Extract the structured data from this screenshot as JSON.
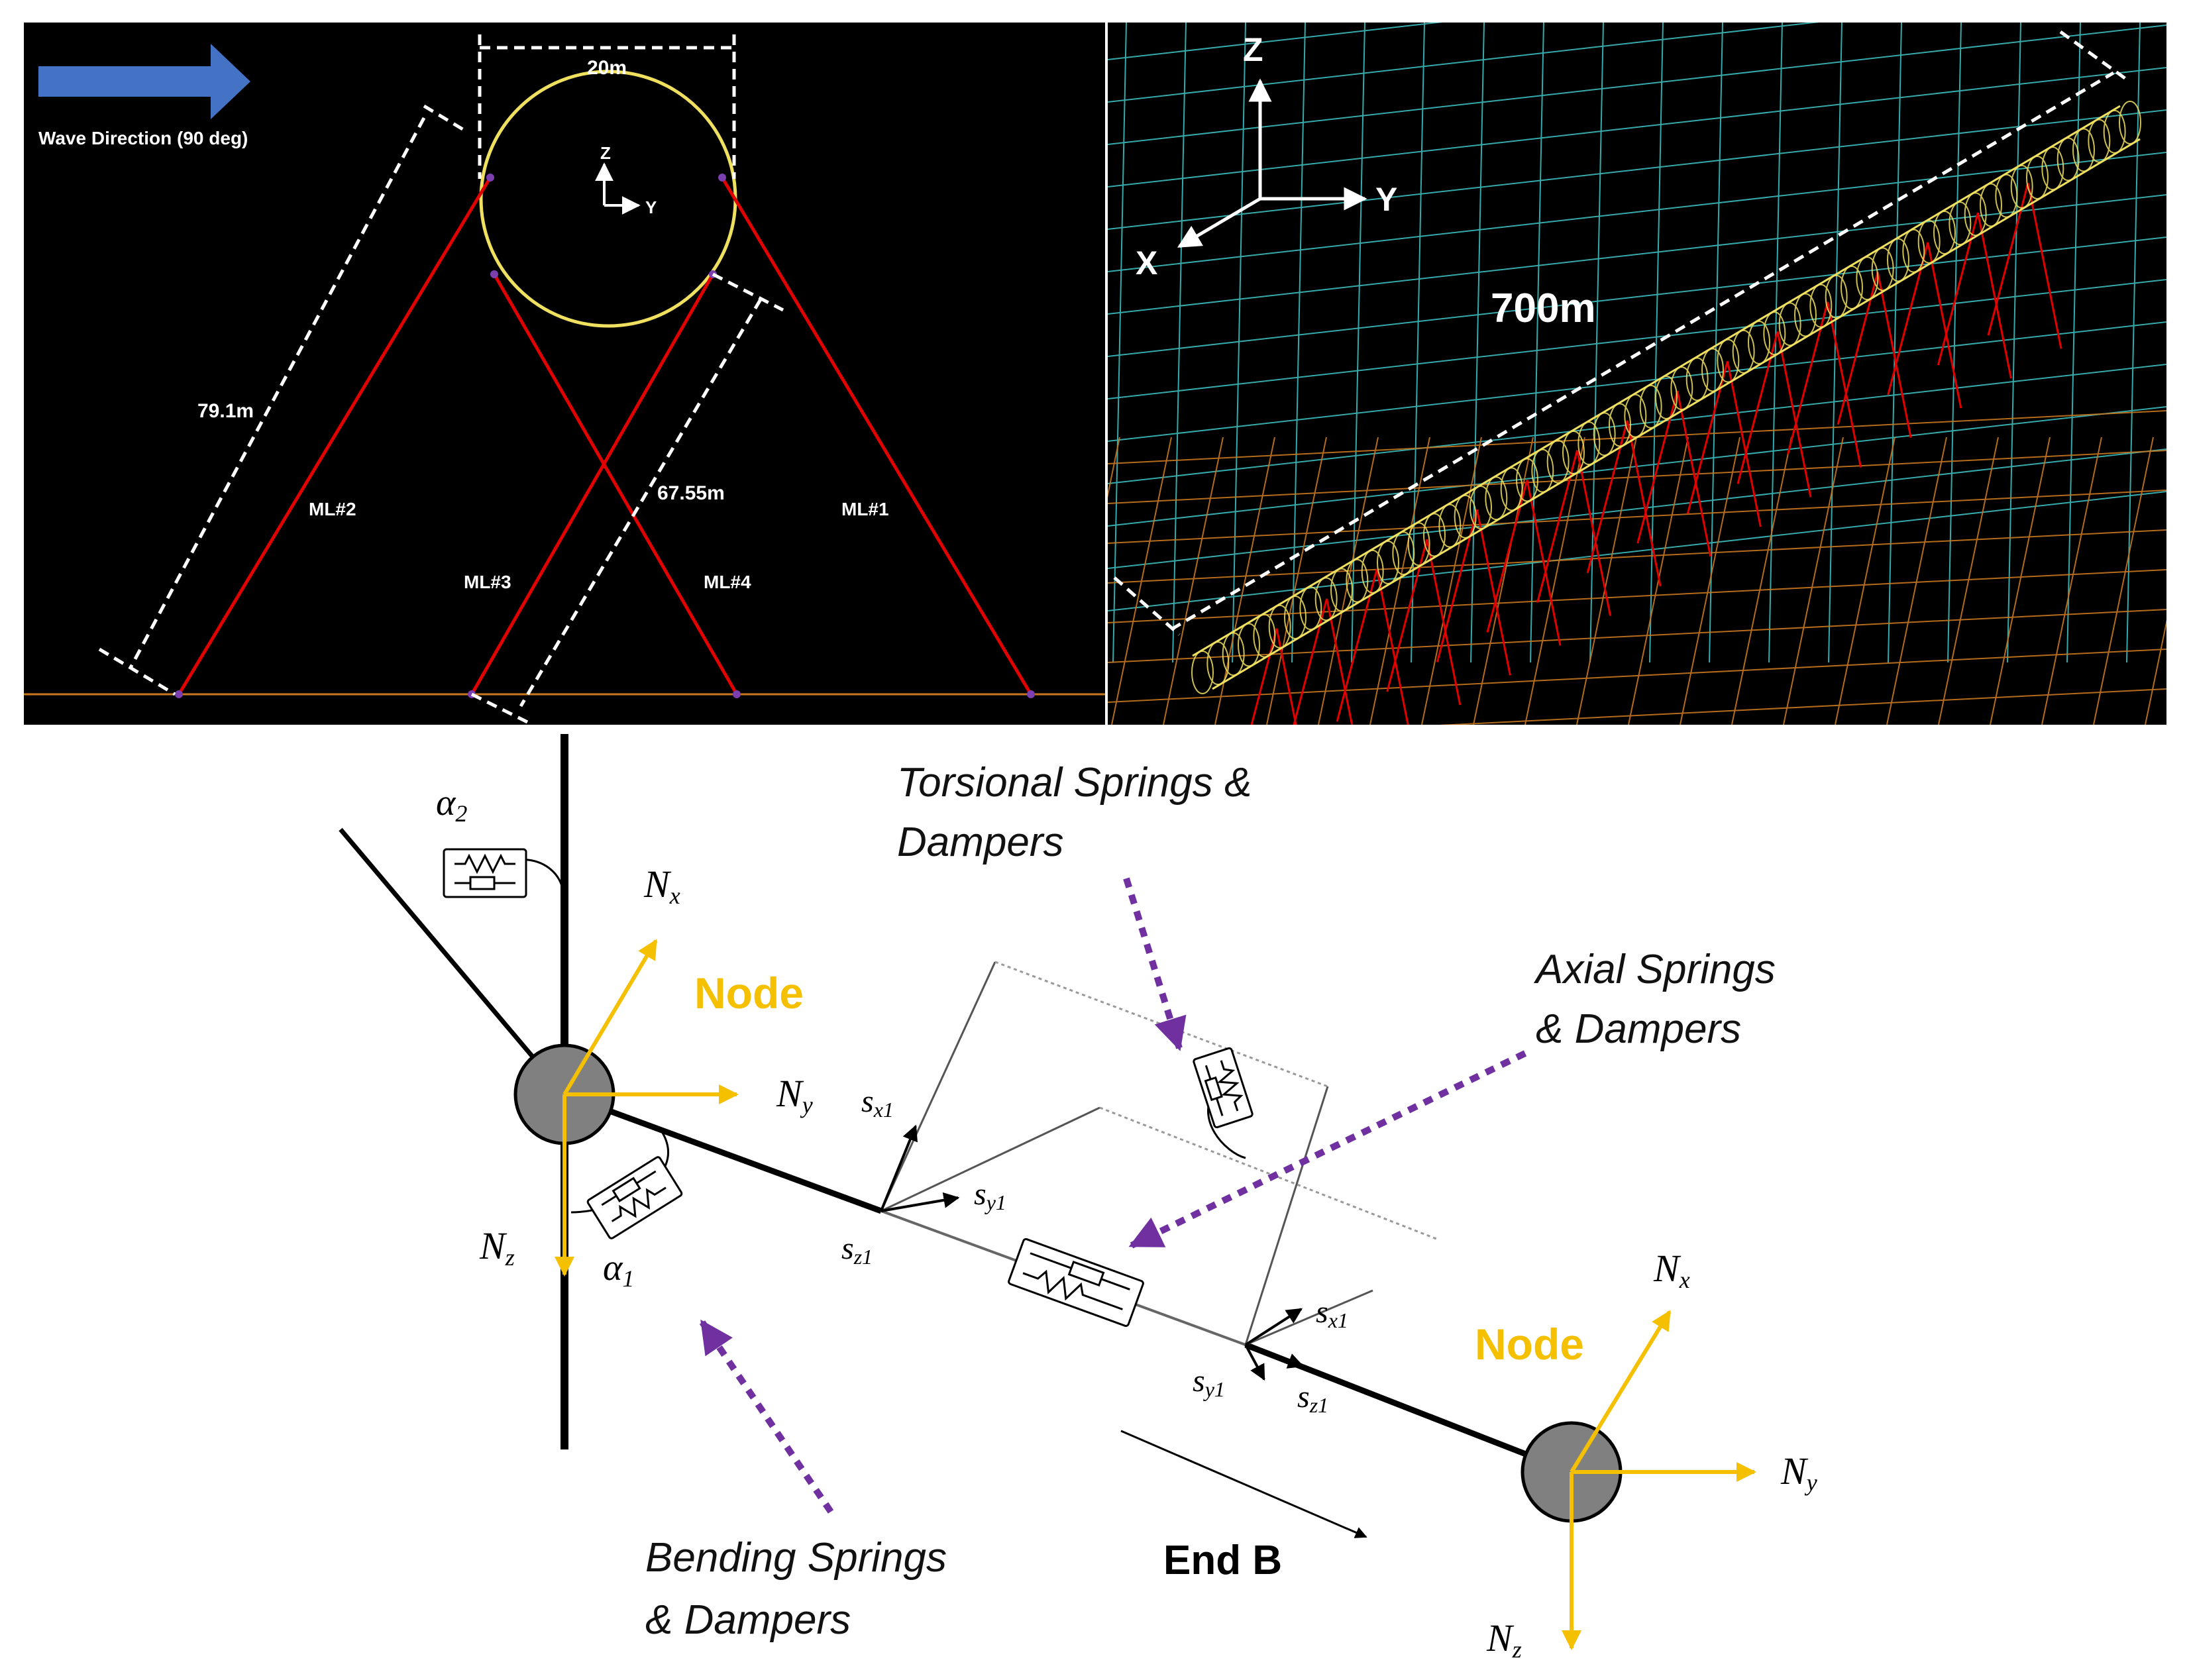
{
  "colors": {
    "panel_bg": "#000000",
    "mooring_red": "#e00000",
    "cylinder_yellow": "#f0e060",
    "seabed_orange": "#c87820",
    "grid_cyan": "#40c8c8",
    "arrow_blue": "#4472c4",
    "node_gold": "#f5c000",
    "pointer_purple": "#7030a0"
  },
  "panel_left": {
    "wave_label": "Wave Direction (90 deg)",
    "diameter_label": "20m",
    "axis_z": "Z",
    "axis_y": "Y",
    "length_long": "79.1m",
    "length_short": "67.55m",
    "lines": [
      "ML#1",
      "ML#2",
      "ML#3",
      "ML#4"
    ]
  },
  "panel_right": {
    "axis_z": "Z",
    "axis_y": "Y",
    "axis_x": "X",
    "length_label": "700m"
  },
  "panel_bottom": {
    "alpha2": "α",
    "alpha2_sub": "2",
    "alpha1": "α",
    "alpha1_sub": "1",
    "node_label": "Node",
    "N": "N",
    "sub_x": "x",
    "sub_y": "y",
    "sub_z": "z",
    "s": "s",
    "sub_x1": "x1",
    "sub_y1": "y1",
    "sub_z1": "z1",
    "torsional_1": "Torsional Springs &",
    "torsional_2": "Dampers",
    "axial_1": "Axial Springs",
    "axial_2": "& Dampers",
    "bending_1": "Bending Springs",
    "bending_2": "& Dampers",
    "end_b": "End B"
  }
}
